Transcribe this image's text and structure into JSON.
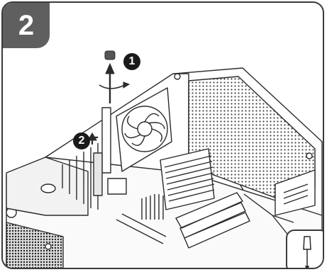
{
  "step": {
    "number": "2"
  },
  "callouts": [
    {
      "number": "1"
    },
    {
      "number": "2"
    }
  ],
  "tool": {
    "icon": "screwdriver-icon"
  },
  "colors": {
    "badge": "#5f5f5f",
    "line": "#2b2b2b",
    "callout": "#1a1a1a"
  }
}
